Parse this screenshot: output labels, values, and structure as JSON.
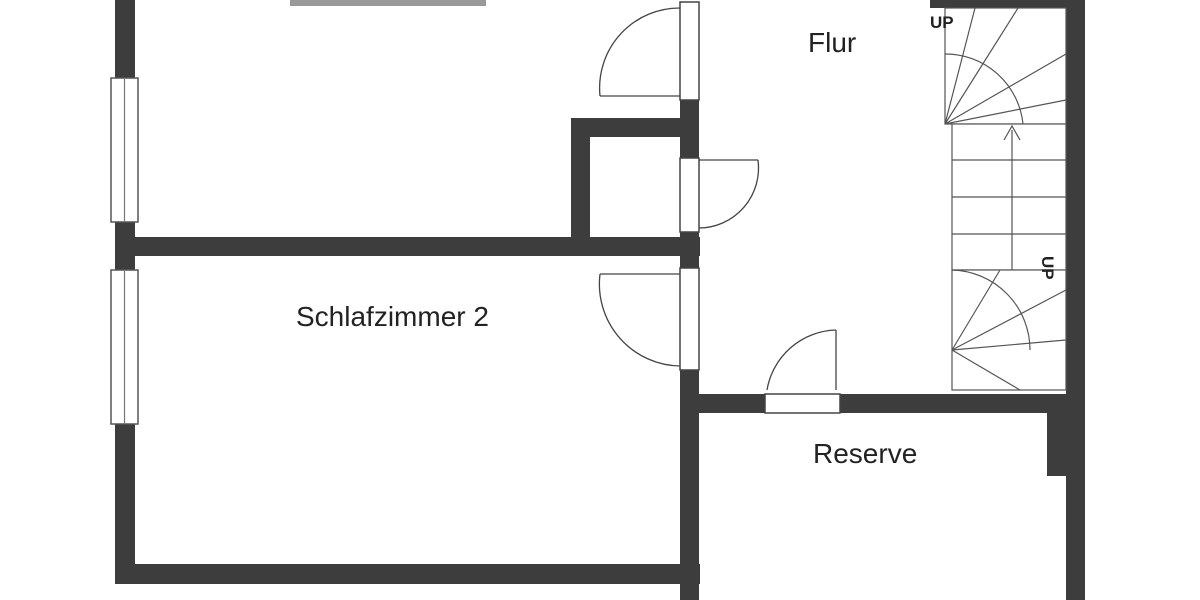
{
  "rooms": {
    "hallway": "Flur",
    "bedroom_2": "Schlafzimmer 2",
    "storage": "Reserve"
  },
  "stairs": {
    "up_top": "UP",
    "up_side": "UP"
  },
  "colors": {
    "wall": "#3d3d3d",
    "background": "#ffffff",
    "text": "#222222"
  }
}
